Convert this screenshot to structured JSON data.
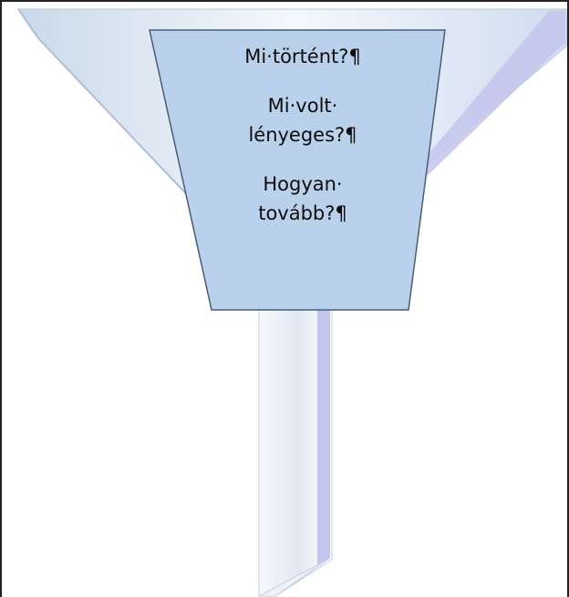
{
  "funnel": {
    "lines": [
      "Mi·történt?¶",
      "Mi·volt·",
      "lényeges?¶",
      "Hogyan·",
      "tovább?¶"
    ]
  },
  "colors": {
    "frame": "#222222",
    "funnel_light": "#dfe9f3",
    "funnel_edge": "#b5c8dc",
    "funnel_side": "#c3c6ec",
    "label_fill": "#b9d1ea",
    "label_border": "#4a5d75"
  }
}
